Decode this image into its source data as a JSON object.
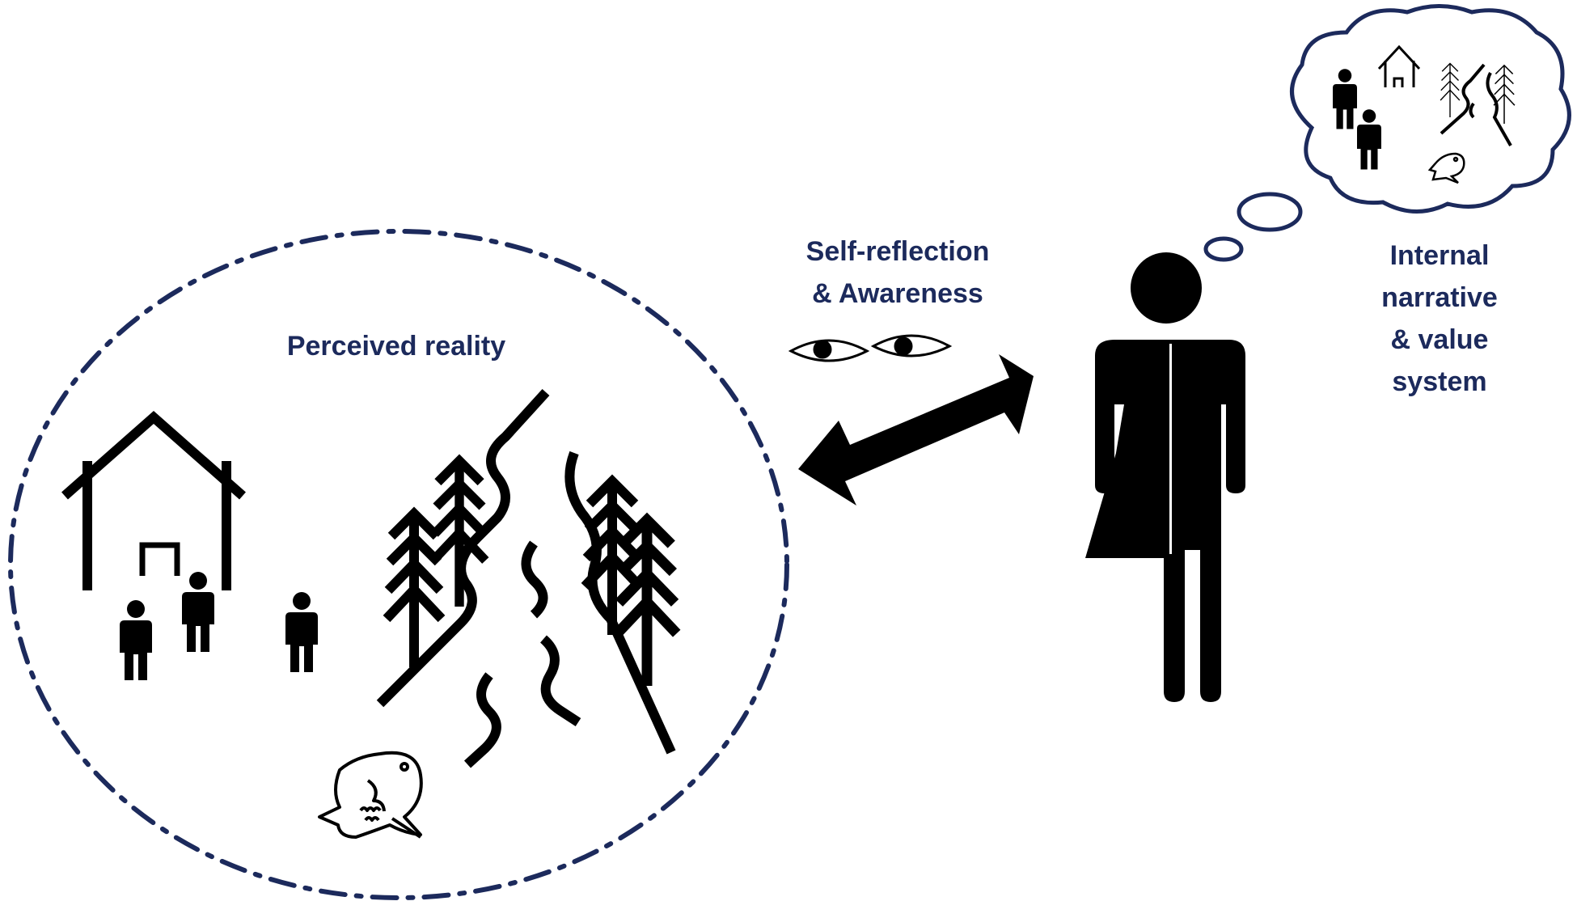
{
  "labels": {
    "perceived_reality": "Perceived reality",
    "self_reflection_lines": [
      "Self-reflection",
      "& Awareness"
    ],
    "internal_lines": [
      "Internal",
      "narrative",
      "& value",
      "system"
    ]
  },
  "colors": {
    "label_text": "#1c2a5c",
    "ellipse_border": "#1c2a5c",
    "icons": "#000000",
    "background": "#ffffff"
  },
  "icons": [
    "house-icon",
    "person-icon",
    "tree-icon",
    "river-icon",
    "fish-icon",
    "eye-icon",
    "double-arrow-icon",
    "thought-cloud-icon"
  ]
}
